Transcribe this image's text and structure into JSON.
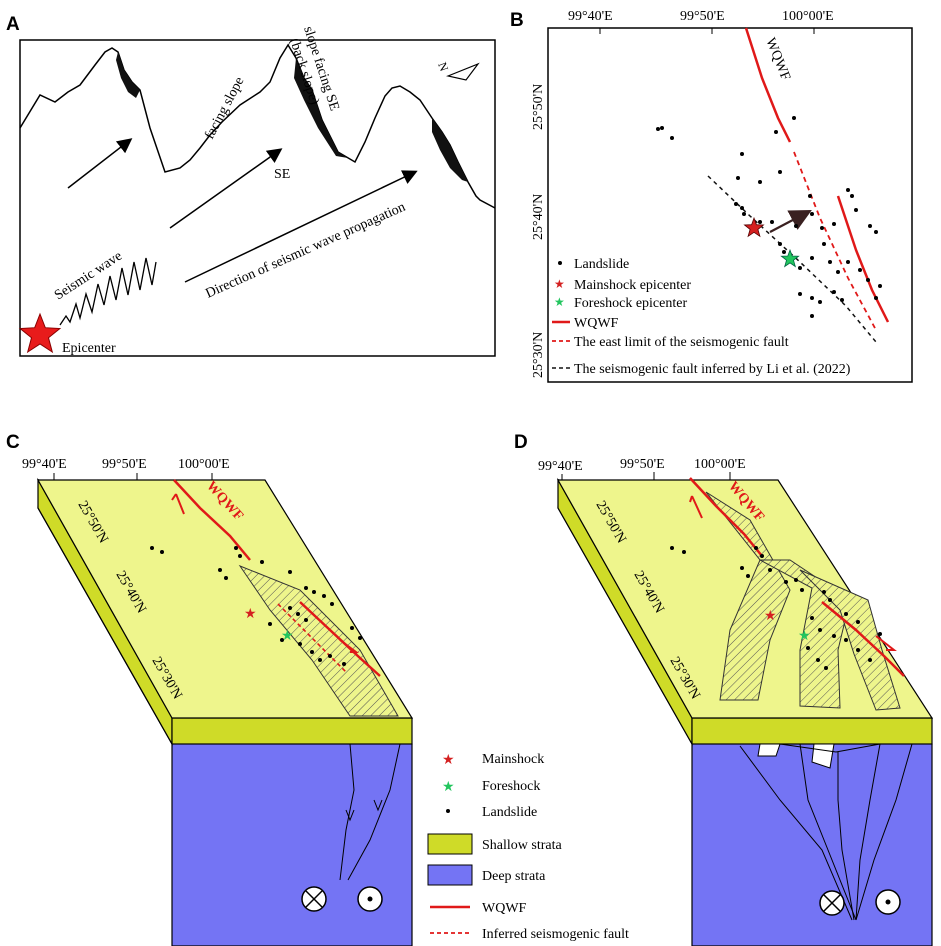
{
  "panels": {
    "a": {
      "label": "A",
      "texts": {
        "facing_slope": "facing slope",
        "back_slope": "slope facing SE",
        "back_slope2": "(back slope)",
        "se": "SE",
        "seismic_wave": "Seismic wave",
        "direction": "Direction of seismic wave propagation",
        "epicenter": "Epicenter",
        "north": "N"
      }
    },
    "b": {
      "label": "B",
      "top_ticks": [
        "99°40'E",
        "99°50'E",
        "100°00'E"
      ],
      "left_ticks": [
        "25°50'N",
        "25°40'N",
        "25°30'N"
      ],
      "fault_label": "WQWF",
      "legend": [
        {
          "label": "Landslide",
          "symbol": "dot"
        },
        {
          "label": "Mainshock epicenter",
          "symbol": "star",
          "color": "#d42020"
        },
        {
          "label": "Foreshock epicenter",
          "symbol": "star",
          "color": "#22c55e"
        },
        {
          "label": "WQWF",
          "symbol": "line",
          "color": "#e01919"
        },
        {
          "label": "The east limit of the seismogenic fault",
          "symbol": "dash",
          "color": "#e01919"
        },
        {
          "label": "The seismogenic fault inferred by Li et al. (2022)",
          "symbol": "dash",
          "color": "#000000"
        }
      ]
    },
    "c": {
      "label": "C",
      "top_ticks": [
        "99°40'E",
        "99°50'E",
        "100°00'E"
      ],
      "side_ticks": [
        "25°50'N",
        "25°40'N",
        "25°30'N"
      ],
      "fault_label": "WQWF"
    },
    "d": {
      "label": "D",
      "top_ticks": [
        "99°40'E",
        "99°50'E",
        "100°00'E"
      ],
      "side_ticks": [
        "25°50'N",
        "25°40'N",
        "25°30'N"
      ],
      "fault_label": "WQWF"
    }
  },
  "legend_bottom": [
    {
      "label": "Mainshock",
      "symbol": "star",
      "color": "#d42020"
    },
    {
      "label": "Foreshock",
      "symbol": "star",
      "color": "#22c55e"
    },
    {
      "label": "Landslide",
      "symbol": "dot"
    },
    {
      "label": "Shallow strata",
      "symbol": "box",
      "color": "#cfdb28"
    },
    {
      "label": "Deep strata",
      "symbol": "box",
      "color": "#7474f4"
    },
    {
      "label": "WQWF",
      "symbol": "line",
      "color": "#e01919"
    },
    {
      "label": "Inferred seismogenic fault",
      "symbol": "dash",
      "color": "#e01919"
    }
  ],
  "colors": {
    "top_surface": "#eef58c",
    "shallow": "#cfdb28",
    "deep": "#7474f4",
    "fault": "#e01919",
    "mainshock": "#d42020",
    "foreshock": "#22c55e"
  }
}
